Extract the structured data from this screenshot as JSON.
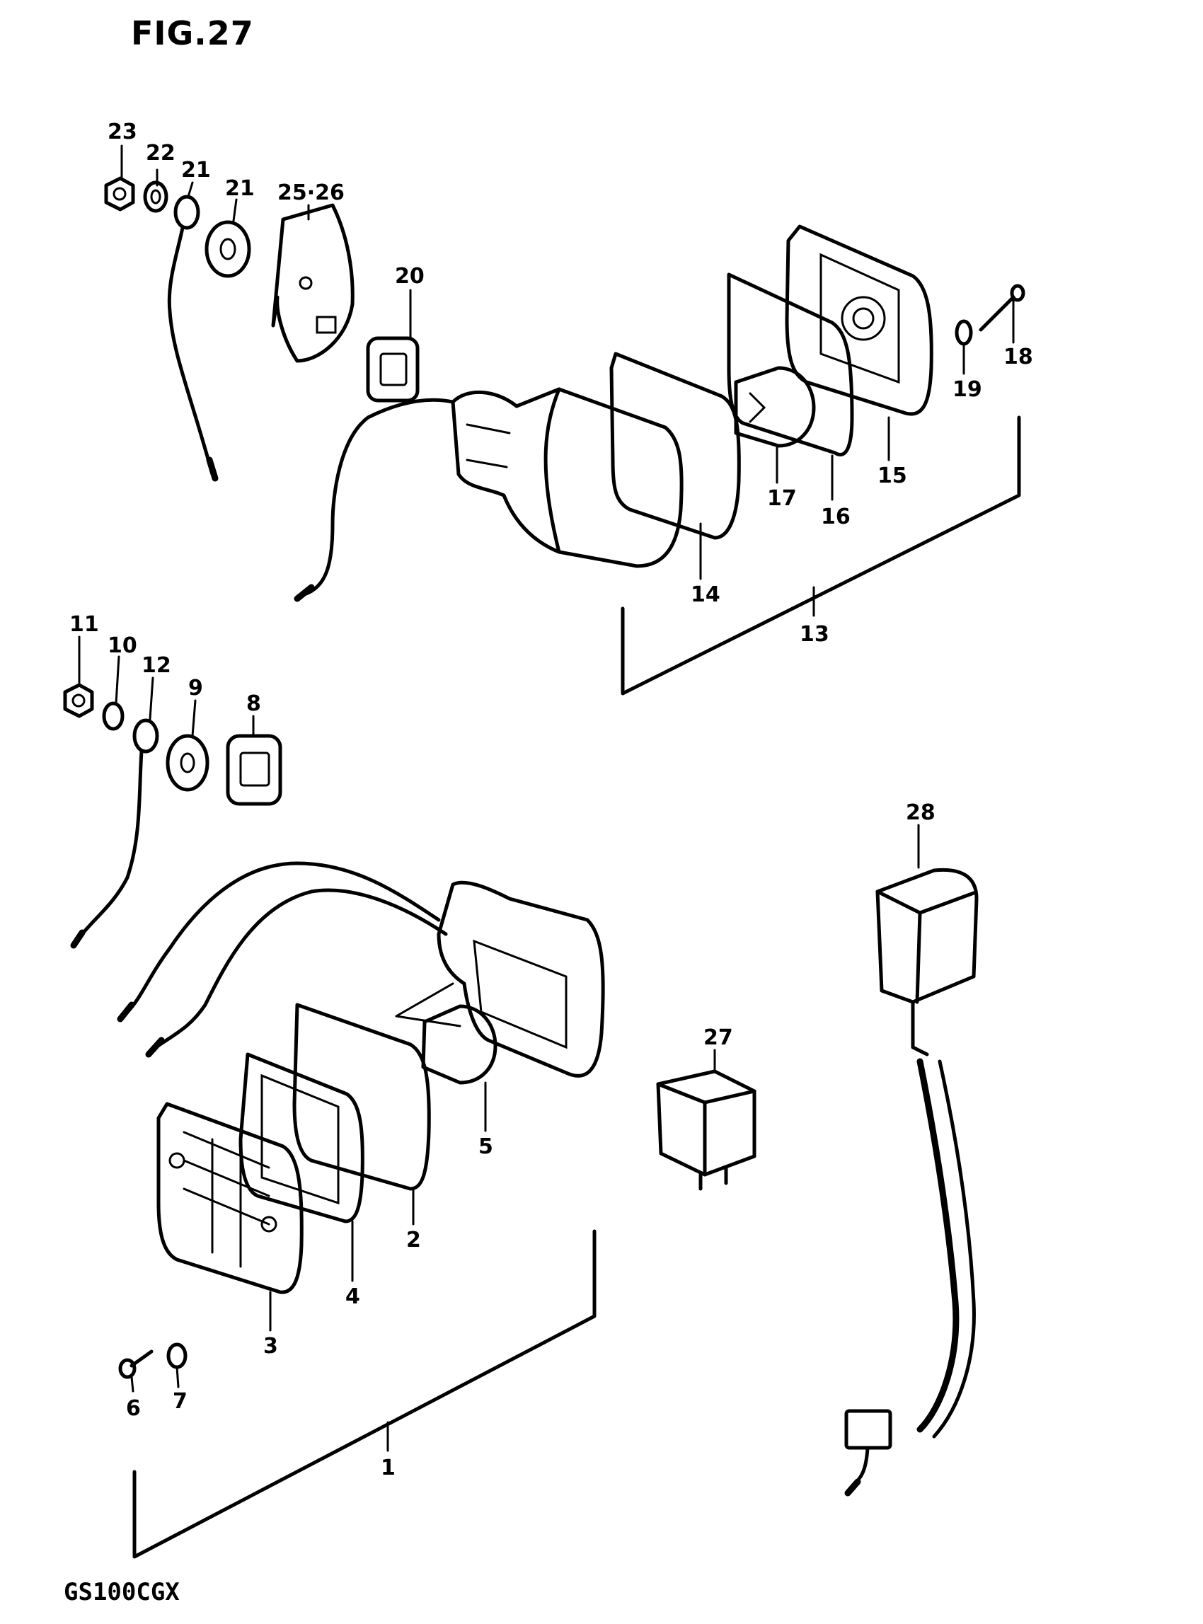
{
  "figure_title": "FIG.27",
  "model_code": "GS100CGX",
  "callouts": {
    "p1": "1",
    "p2": "2",
    "p3": "3",
    "p4": "4",
    "p5": "5",
    "p6": "6",
    "p7": "7",
    "p8": "8",
    "p9": "9",
    "p10": "10",
    "p11": "11",
    "p12": "12",
    "p13": "13",
    "p14": "14",
    "p15": "15",
    "p16": "16",
    "p17": "17",
    "p18": "18",
    "p19": "19",
    "p20": "20",
    "p21a": "21",
    "p21b": "21",
    "p22": "22",
    "p23": "23",
    "p25_26": "25·26",
    "p27": "27",
    "p28": "28"
  }
}
